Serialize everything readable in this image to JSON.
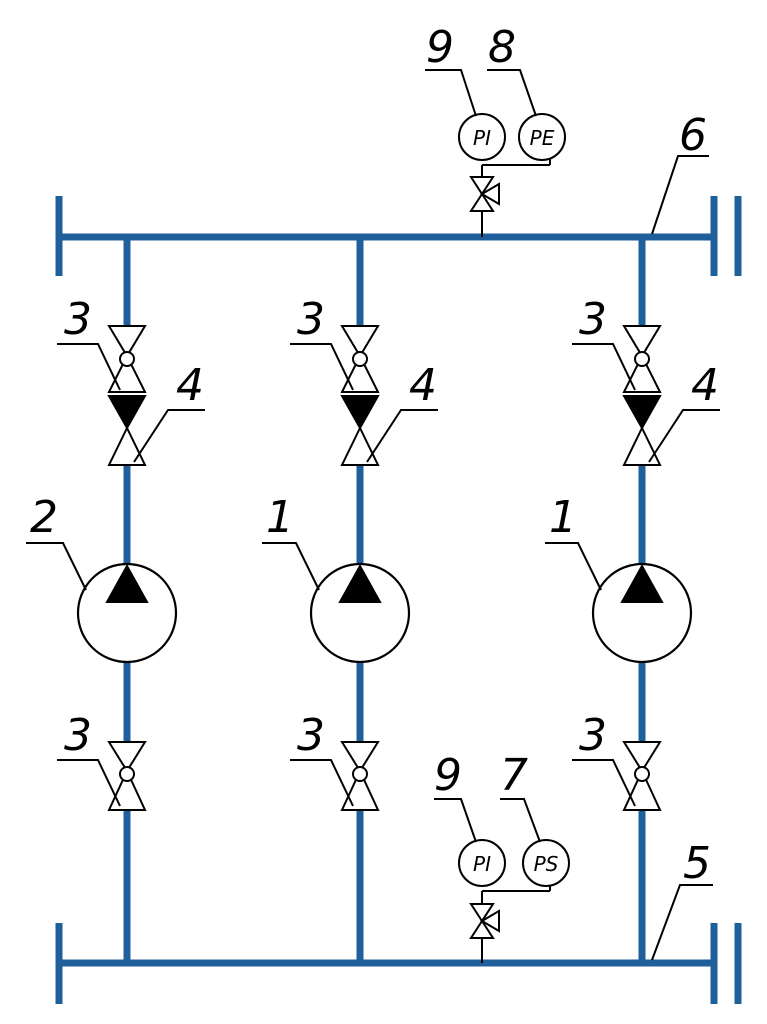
{
  "diagram": {
    "pumps": [
      {
        "label": "2"
      },
      {
        "label": "1"
      },
      {
        "label": "1"
      }
    ],
    "valve_labels": {
      "shutoff": "3",
      "check": "4"
    },
    "headers": {
      "discharge_label": "6",
      "suction_label": "5"
    },
    "instruments_top": [
      {
        "code": "PI",
        "label": "9"
      },
      {
        "code": "PE",
        "label": "8"
      }
    ],
    "instruments_bottom": [
      {
        "code": "PI",
        "label": "9"
      },
      {
        "code": "PS",
        "label": "7"
      }
    ],
    "colors": {
      "pipe": "#1f5f9b",
      "line": "#000000"
    }
  }
}
